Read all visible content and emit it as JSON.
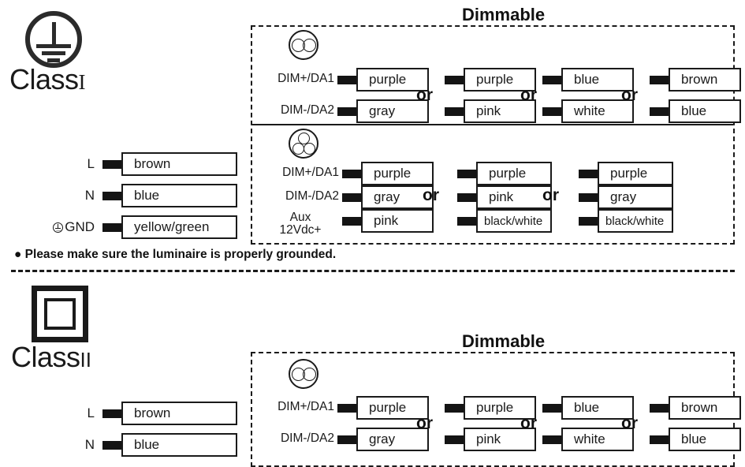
{
  "sections": [
    {
      "id": "class-1",
      "symbol": "earth-ground-icon",
      "class_label": "Class",
      "class_numeral": "I",
      "heading": "Dimmable",
      "power_wires": [
        {
          "terminal": "L",
          "has_ground_glyph": false,
          "color": "brown"
        },
        {
          "terminal": "N",
          "has_ground_glyph": false,
          "color": "blue"
        },
        {
          "terminal": "GND",
          "has_ground_glyph": true,
          "color": "yellow/green"
        }
      ],
      "dim_groups": [
        {
          "cable_icon": "cable-2-core-icon",
          "terminals": [
            "DIM+/DA1",
            "DIM-/DA2"
          ],
          "or_label": "or",
          "options": [
            [
              "purple",
              "gray"
            ],
            [
              "purple",
              "pink"
            ],
            [
              "blue",
              "white"
            ],
            [
              "brown",
              "blue"
            ]
          ]
        },
        {
          "cable_icon": "cable-3-core-icon",
          "terminals": [
            "DIM+/DA1",
            "DIM-/DA2",
            "Aux 12Vdc+"
          ],
          "or_label": "or",
          "options": [
            [
              "purple",
              "gray",
              "pink"
            ],
            [
              "purple",
              "pink",
              "black/white"
            ],
            [
              "purple",
              "gray",
              "black/white"
            ]
          ]
        }
      ]
    },
    {
      "id": "class-2",
      "symbol": "double-insulation-icon",
      "class_label": "Class",
      "class_numeral": "II",
      "heading": "Dimmable",
      "power_wires": [
        {
          "terminal": "L",
          "has_ground_glyph": false,
          "color": "brown"
        },
        {
          "terminal": "N",
          "has_ground_glyph": false,
          "color": "blue"
        }
      ],
      "dim_groups": [
        {
          "cable_icon": "cable-2-core-icon",
          "terminals": [
            "DIM+/DA1",
            "DIM-/DA2"
          ],
          "or_label": "or",
          "options": [
            [
              "purple",
              "gray"
            ],
            [
              "purple",
              "pink"
            ],
            [
              "blue",
              "white"
            ],
            [
              "brown",
              "blue"
            ]
          ]
        }
      ]
    }
  ],
  "note": "● Please make sure the luminaire is properly grounded.",
  "aux_label_line1": "Aux",
  "aux_label_line2": "12Vdc+",
  "colors": {
    "ink": "#1a1a1a",
    "background": "#ffffff"
  }
}
